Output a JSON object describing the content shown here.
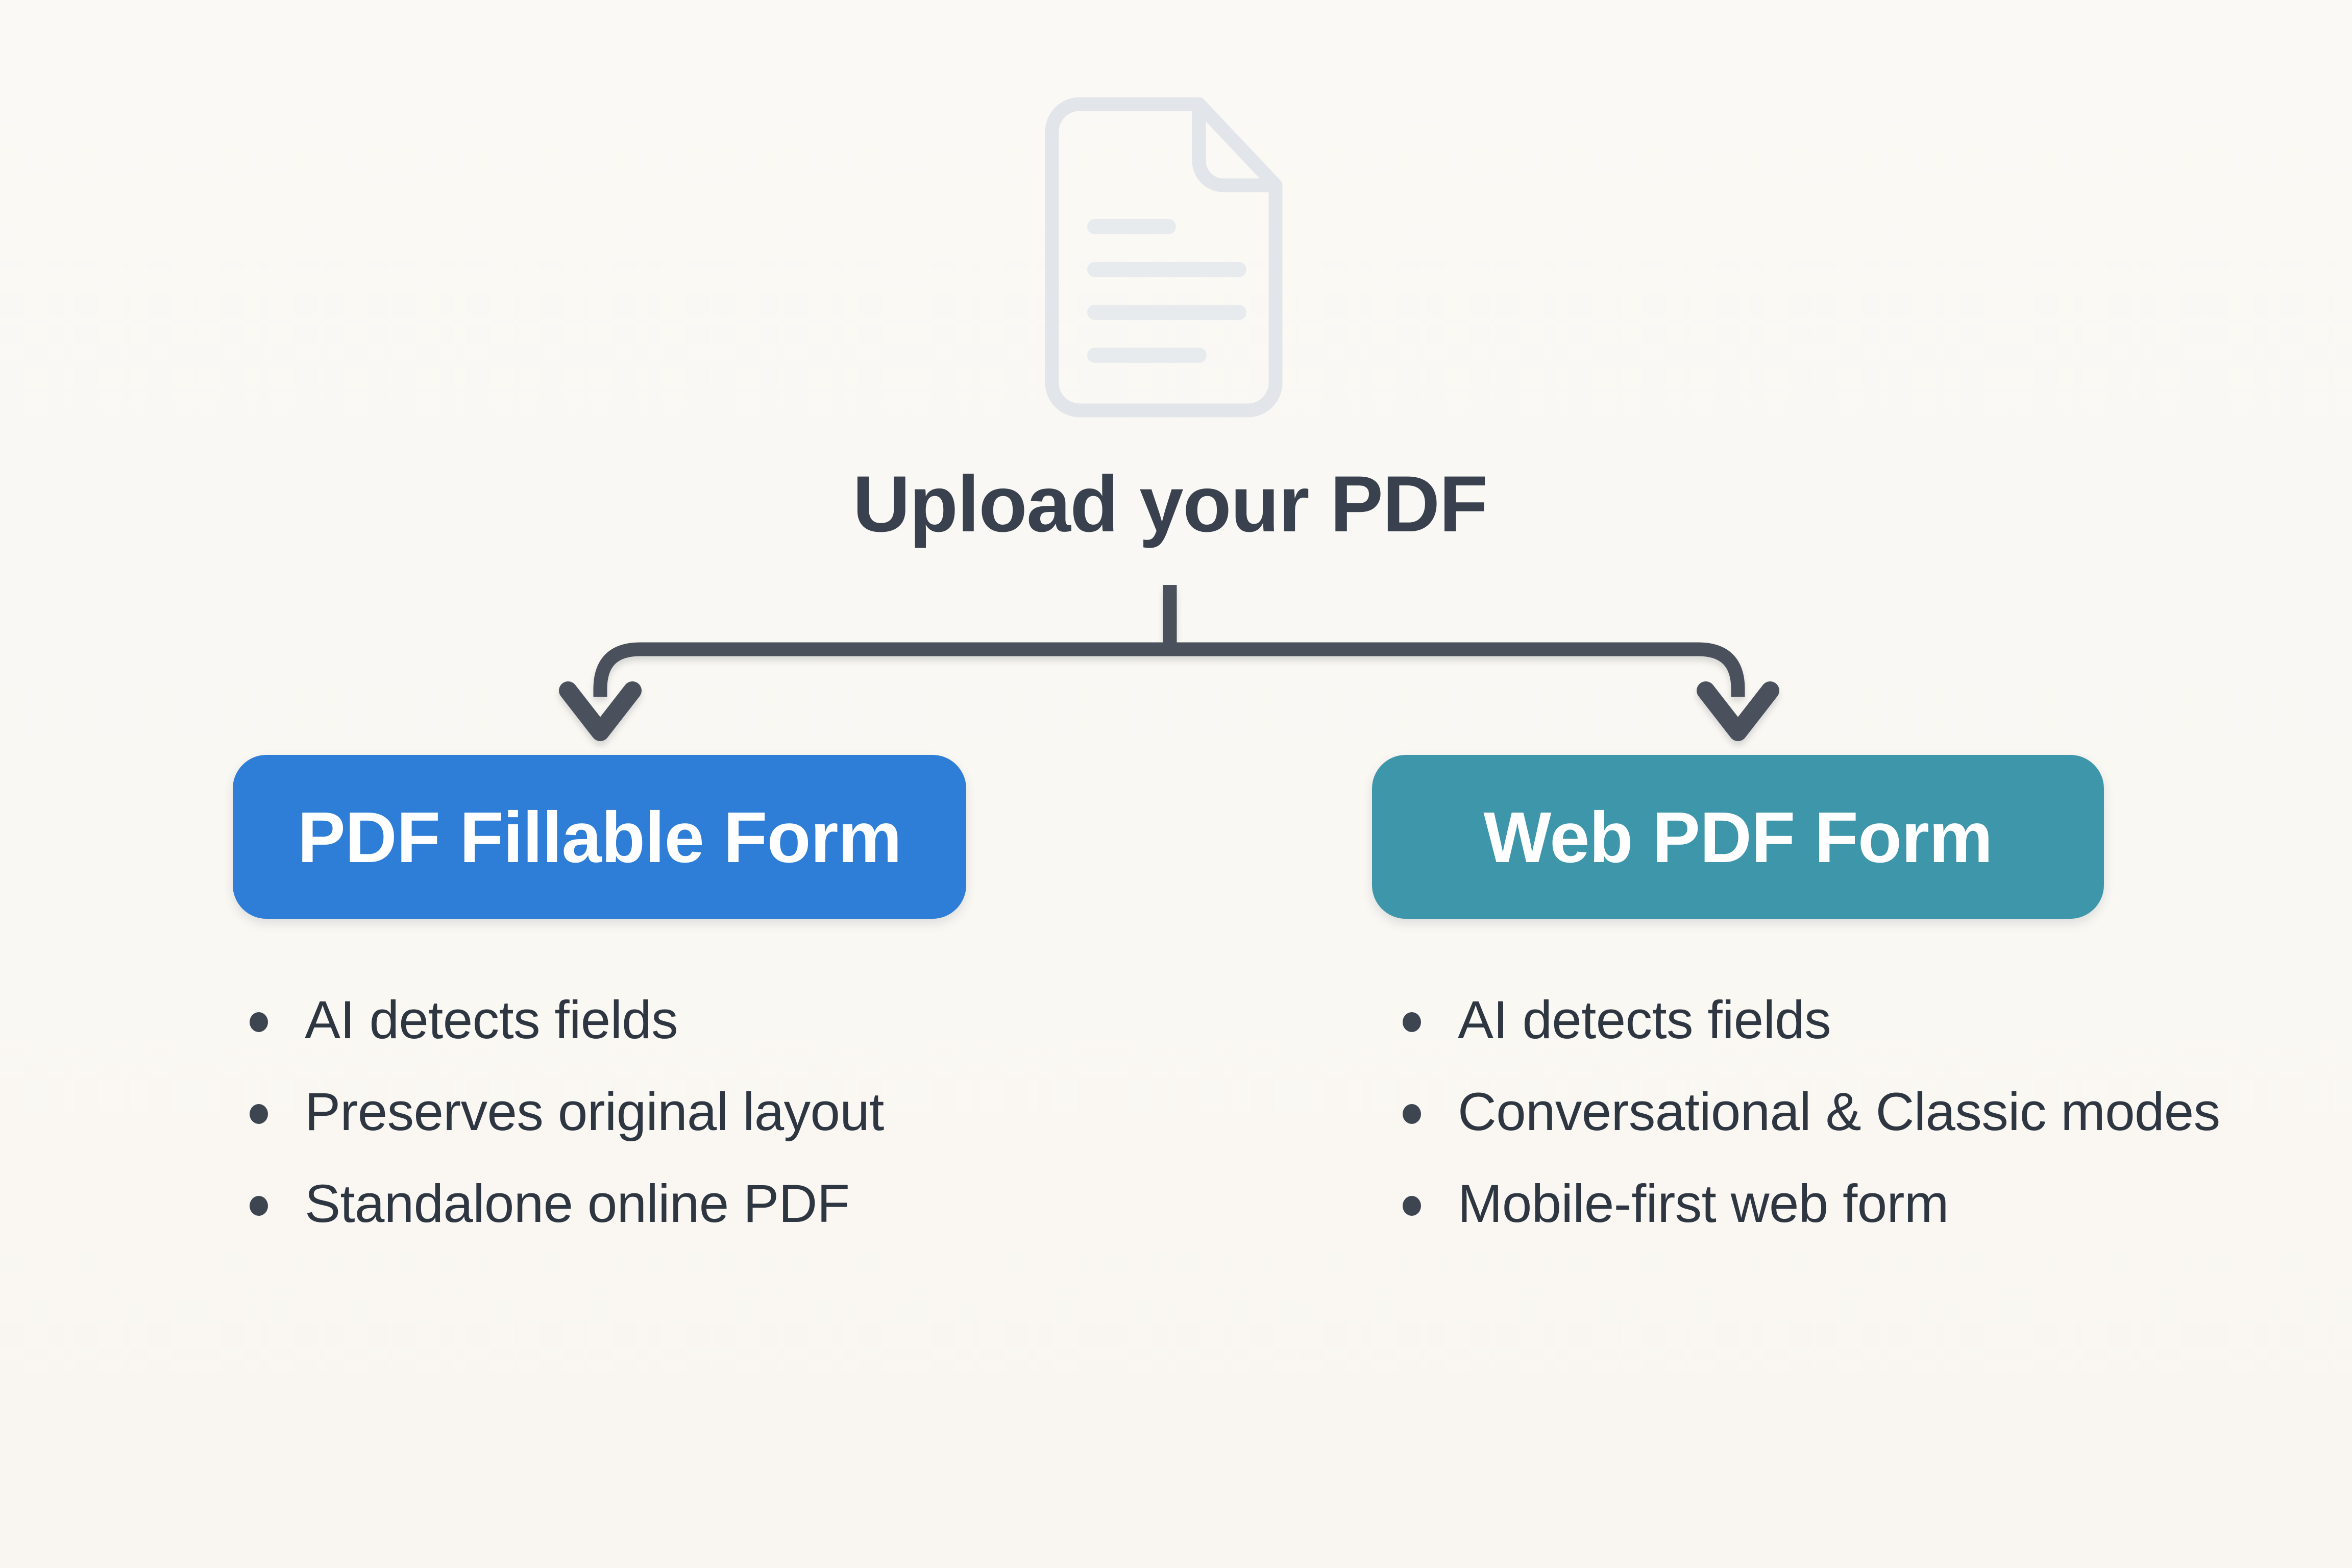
{
  "header": {
    "icon": "document-icon",
    "title": "Upload your PDF"
  },
  "branches": [
    {
      "label": "PDF Fillable Form",
      "color_key": "blue",
      "bullets": [
        "AI detects fields",
        "Preserves original layout",
        "Standalone online PDF"
      ]
    },
    {
      "label": "Web PDF Form",
      "color_key": "teal",
      "bullets": [
        "AI detects fields",
        "Conversational & Classic modes",
        "Mobile-first web form"
      ]
    }
  ],
  "colors": {
    "background": "#faf8f4",
    "title": "#39414e",
    "body_text": "#2e3642",
    "bullet_dot": "#3d4551",
    "connector": "#4a515d",
    "blue": "#2e7dd6",
    "teal": "#3e96aa",
    "button_text": "#ffffff",
    "icon_stroke": "#e2e5e9",
    "icon_lines": "#e8ebee"
  }
}
